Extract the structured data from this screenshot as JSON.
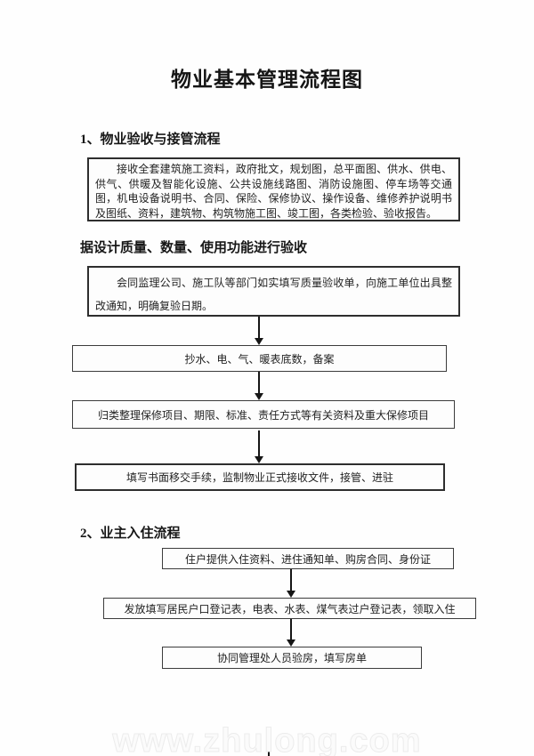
{
  "page": {
    "title": "物业基本管理流程图",
    "watermark_text": "www.zhulong.com"
  },
  "sections": [
    {
      "heading": "1、物业验收与接管流程",
      "subheading": "据设计质量、数量、使用功能进行验收",
      "boxes": [
        "接收全套建筑施工资料，政府批文，规划图，总平面图、供水、供电、供气、供暖及智能化设施、公共设施线路图、消防设施图、停车场等交通图，机电设备说明书、合同、保险、保修协议、操作设备、维修养护说明书及图纸、资料，建筑物、构筑物施工图、竣工图，各类检验、验收报告。",
        "会同监理公司、施工队等部门如实填写质量验收单，向施工单位出具整改通知，明确复验日期。",
        "抄水、电、气、暖表底数，备案",
        "归类整理保修项目、期限、标准、责任方式等有关资料及重大保修项目",
        "填写书面移交手续，监制物业正式接收文件，接管、进驻"
      ]
    },
    {
      "heading": "2、业主入住流程",
      "boxes": [
        "住户提供入住资料、进住通知单、购房合同、身份证",
        "发放填写居民户口登记表，电表、水表、煤气表过户登记表，领取入住",
        "协同管理处人员验房，填写房单"
      ]
    }
  ]
}
